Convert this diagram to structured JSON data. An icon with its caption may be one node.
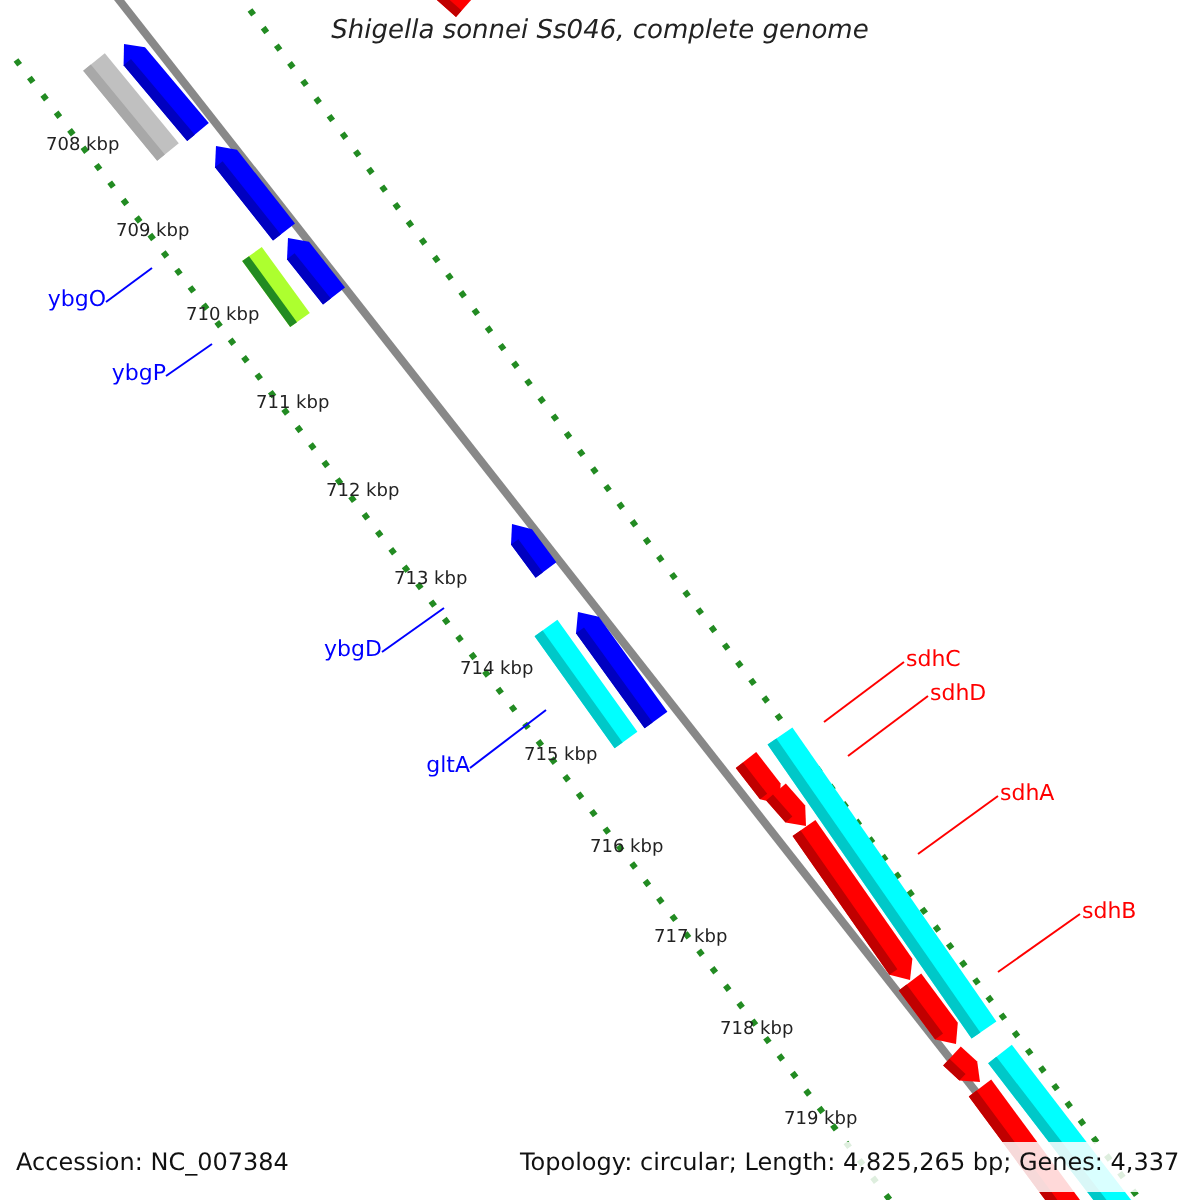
{
  "diagram": {
    "title": "Shigella sonnei Ss046, complete genome",
    "nodes": [
      {
        "text": [
          "ybgO"
        ]
      },
      {
        "text": [
          "ybgP"
        ]
      },
      {
        "text": [
          "ybgD"
        ]
      },
      {
        "text": [
          "gltA"
        ]
      },
      {
        "text": [
          "sdhC"
        ]
      },
      {
        "text": [
          "sdhD"
        ]
      },
      {
        "text": [
          "sdhA"
        ]
      },
      {
        "text": [
          "sdhB"
        ]
      }
    ],
    "edges": [
      {
        "from": 0,
        "to": null,
        "arrow": "none",
        "color": "#0000ff"
      },
      {
        "from": 1,
        "to": null,
        "arrow": "none",
        "color": "#0000ff"
      },
      {
        "from": 2,
        "to": null,
        "arrow": "none",
        "color": "#0000ff"
      },
      {
        "from": 3,
        "to": null,
        "arrow": "none",
        "color": "#0000ff"
      },
      {
        "from": 4,
        "to": null,
        "arrow": "none",
        "color": "#ff0000"
      },
      {
        "from": 5,
        "to": null,
        "arrow": "none",
        "color": "#ff0000"
      },
      {
        "from": 6,
        "to": null,
        "arrow": "none",
        "color": "#ff0000"
      },
      {
        "from": 7,
        "to": null,
        "arrow": "none",
        "color": "#ff0000"
      }
    ],
    "labels": [
      "708 kbp",
      "709 kbp",
      "710 kbp",
      "711 kbp",
      "712 kbp",
      "713 kbp",
      "714 kbp",
      "715 kbp",
      "716 kbp",
      "717 kbp",
      "718 kbp",
      "719 kbp",
      "Accession: NC_007384",
      "Topology: circular; Length: 4,825,265 bp; Genes: 4,337"
    ]
  }
}
